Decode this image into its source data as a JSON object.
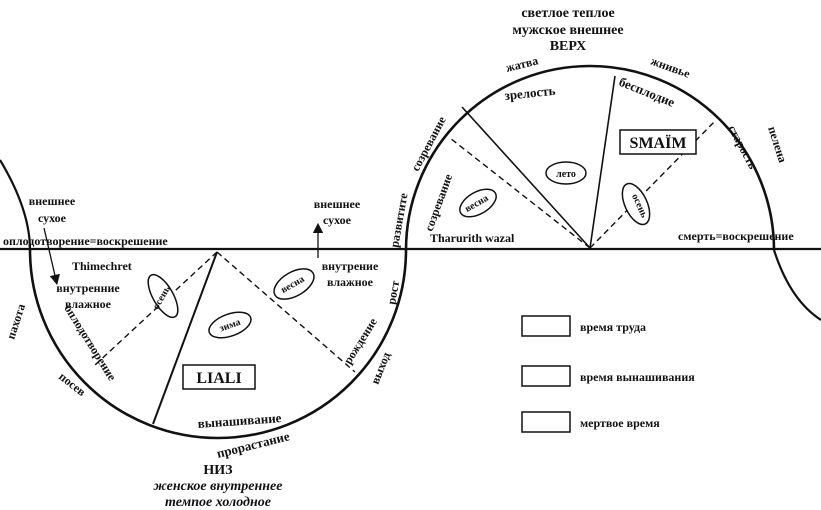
{
  "top_block": {
    "line1": "светлое теплое",
    "line2": "мужское внешнее",
    "line3": "ВЕРХ"
  },
  "bottom_block": {
    "line1": "НИЗ",
    "line2": "женское внутреннее",
    "line3": "темпое холодное"
  },
  "left": {
    "outer_arrow_top": "внешнее",
    "outer_arrow_bottom": "сухое",
    "axis_label": "оплодотворение=воскрешение",
    "thimechret": "Thimechret",
    "inner_top": "внутренние",
    "inner_bottom": "влажное",
    "arc_pakhota": "пахота",
    "arc_oplodotvorenie": "оплодотворение",
    "arc_posev": "посев",
    "arc_vynashivanie": "вынашивание",
    "arc_prorastanie": "прорастание",
    "arc_rozhdenie": "рождение",
    "arc_vykhod": "выход",
    "season_osen": "осень",
    "season_zima": "зима",
    "season_vesna": "весна",
    "box": "LIALI"
  },
  "middle": {
    "outer_top": "внешнее",
    "outer_bottom": "сухое",
    "inner_top": "внутрение",
    "inner_bottom": "влажное",
    "arc_rost": "рост",
    "arc_razvitie": "развитите",
    "arc_sozrevanie_outer": "созревание",
    "arc_sozrevanie_inner": "созревание"
  },
  "right": {
    "tharurith": "Tharurith wazal",
    "axis_label": "смерть=воскрешение",
    "arc_zhatva": "жатва",
    "arc_zrelost": "зрелость",
    "arc_zhnivie": "жнивье",
    "arc_besplodie": "бесплодие",
    "arc_starost": "старость",
    "arc_pelena": "пелена",
    "season_vesna": "весна",
    "season_leto": "лето",
    "season_osen": "осень",
    "box": "SMAÏM"
  },
  "legend": [
    {
      "label": "время труда"
    },
    {
      "label": "время вынашивания"
    },
    {
      "label": "мертвое время"
    }
  ]
}
